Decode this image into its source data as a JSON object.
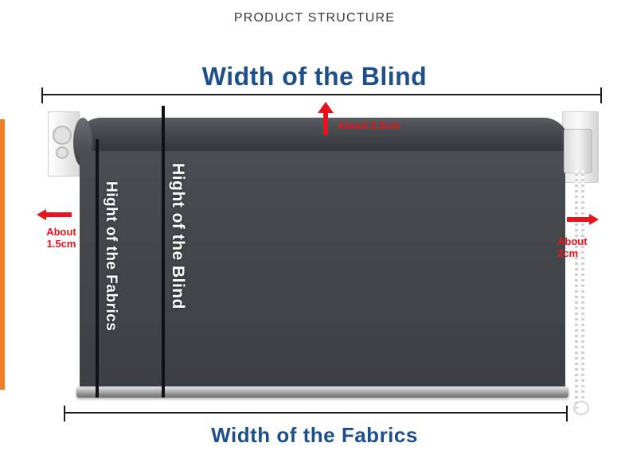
{
  "page": {
    "title": "PRODUCT STRUCTURE"
  },
  "labels": {
    "width_of_blind": "Width of the Blind",
    "width_of_fabrics": "Width of the Fabrics",
    "hight_of_fabrics": "Hight of the Fabrics",
    "hight_of_blind": "Hight of the Blind"
  },
  "annotations": {
    "top_gap": "About 2.5cm",
    "left_gap": "About\n1.5cm",
    "left_gap_line1": "About",
    "left_gap_line2": "1.5cm",
    "right_gap_line1": "About",
    "right_gap_line2": "2cm"
  },
  "colors": {
    "title_text": "#3a3a3a",
    "blue_label": "#1c4f8c",
    "red_annotation": "#e8141b",
    "fabric_dark": "#414549",
    "tube_dark": "#3e4247",
    "rail_silver": "#bdbdbd",
    "accent_strip": "#f07e26",
    "dimension_line": "#1a1a1a"
  },
  "icons": {
    "arrow_up": "arrow-up-icon",
    "arrow_left": "arrow-left-icon",
    "arrow_right": "arrow-right-icon"
  }
}
